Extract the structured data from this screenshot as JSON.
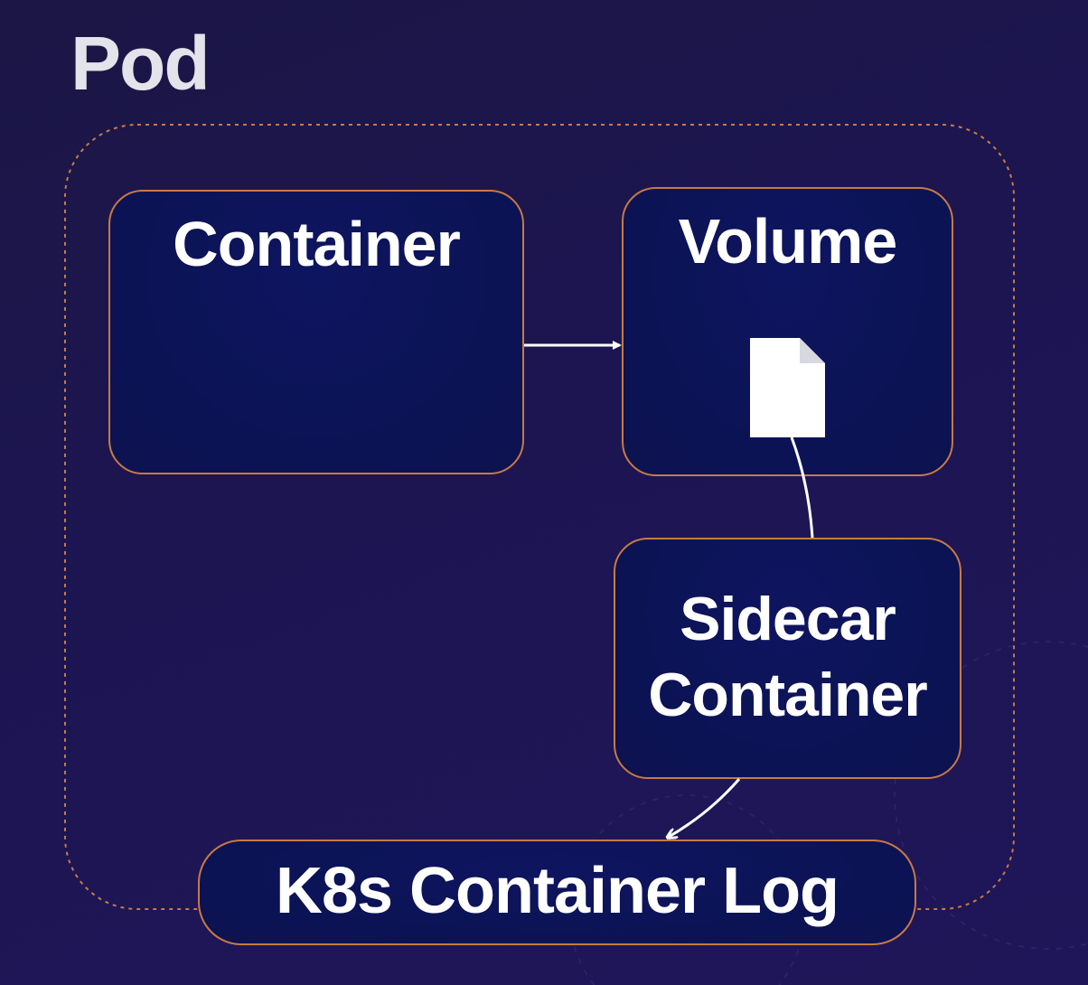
{
  "pod": {
    "title": "Pod"
  },
  "container": {
    "label": "Container"
  },
  "volume": {
    "label": "Volume",
    "icon": "file-icon"
  },
  "sidecar": {
    "label_line1": "Sidecar",
    "label_line2": "Container"
  },
  "log": {
    "label": "K8s Container Log"
  },
  "colors": {
    "background": "#1d1552",
    "box_fill": "#0e1560",
    "box_border": "#c77a45",
    "text": "#ffffff",
    "pod_title": "#e4e2ea"
  }
}
